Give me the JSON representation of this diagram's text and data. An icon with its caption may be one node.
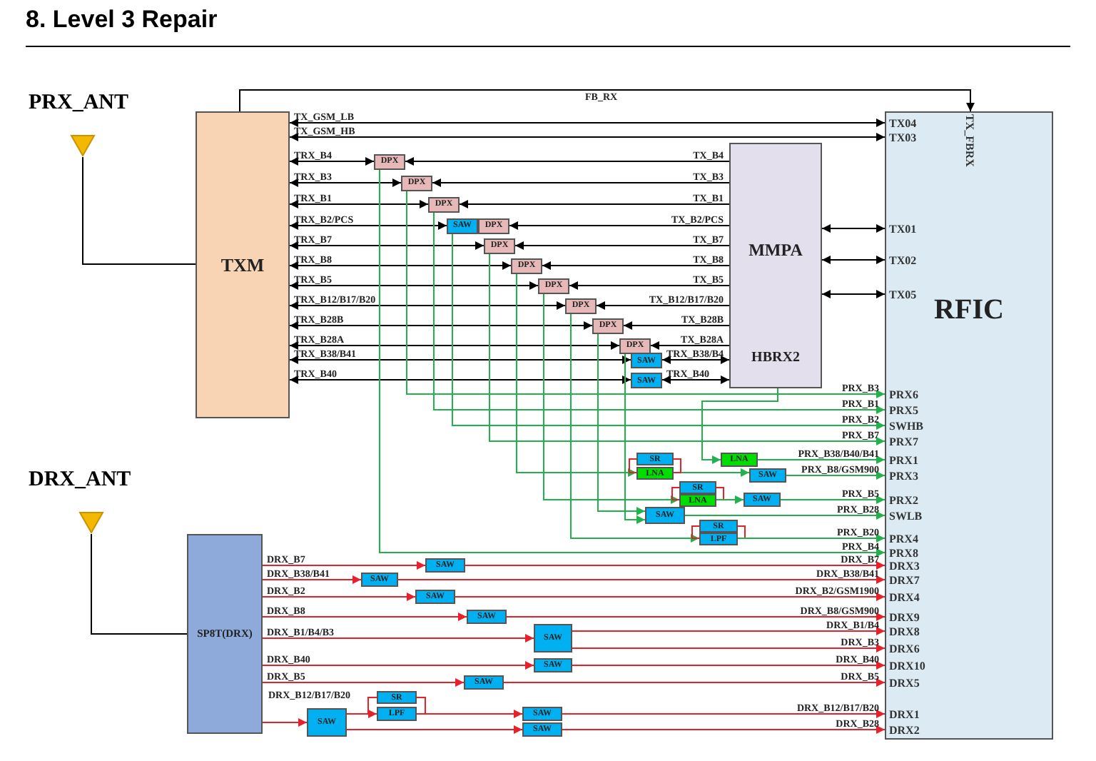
{
  "diagram": {
    "title": "8. Level 3 Repair",
    "nodes": [
      {
        "text": [
          "PRX_ANT"
        ]
      },
      {
        "text": [
          "TXM"
        ]
      },
      {
        "text": [
          "MMPA",
          "HBRX2"
        ]
      },
      {
        "text": [
          "RFIC"
        ]
      },
      {
        "text": [
          "DPX"
        ]
      },
      {
        "text": [
          "DPX"
        ]
      },
      {
        "text": [
          "DPX"
        ]
      },
      {
        "text": [
          "DPX"
        ]
      },
      {
        "text": [
          "DPX"
        ]
      },
      {
        "text": [
          "DPX"
        ]
      },
      {
        "text": [
          "DPX"
        ]
      },
      {
        "text": [
          "DPX"
        ]
      },
      {
        "text": [
          "DPX"
        ]
      },
      {
        "text": [
          "DPX"
        ]
      },
      {
        "text": [
          "SAW"
        ]
      },
      {
        "text": [
          "SAW"
        ]
      },
      {
        "text": [
          "SAW"
        ]
      },
      {
        "text": [
          "SR"
        ]
      },
      {
        "text": [
          "LNA"
        ]
      },
      {
        "text": [
          "LNA"
        ]
      },
      {
        "text": [
          "SAW"
        ]
      },
      {
        "text": [
          "SR"
        ]
      },
      {
        "text": [
          "LNA"
        ]
      },
      {
        "text": [
          "SAW"
        ]
      },
      {
        "text": [
          "SAW"
        ]
      },
      {
        "text": [
          "SR"
        ]
      },
      {
        "text": [
          "LPF"
        ]
      },
      {
        "text": [
          "DRX_ANT"
        ]
      },
      {
        "text": [
          "SP8T(DRX)"
        ]
      },
      {
        "text": [
          "SAW"
        ]
      },
      {
        "text": [
          "SAW"
        ]
      },
      {
        "text": [
          "SAW"
        ]
      },
      {
        "text": [
          "SAW"
        ]
      },
      {
        "text": [
          "SAW"
        ]
      },
      {
        "text": [
          "SAW"
        ]
      },
      {
        "text": [
          "SAW"
        ]
      },
      {
        "text": [
          "SR"
        ]
      },
      {
        "text": [
          "LPF"
        ]
      },
      {
        "text": [
          "SAW"
        ]
      },
      {
        "text": [
          "SAW"
        ]
      },
      {
        "text": [
          "SAW"
        ]
      }
    ],
    "edges": [
      {
        "from": 3,
        "to": 1,
        "label": "TX_GSM_LB",
        "arrow": "both"
      },
      {
        "from": 3,
        "to": 1,
        "label": "TX_GSM_HB",
        "arrow": "both"
      },
      {
        "from": 1,
        "to": 3,
        "label": "FB_RX",
        "arrow": "to"
      },
      {
        "from": 1,
        "to": 4,
        "label": "TRX_B4",
        "arrow": "both"
      },
      {
        "from": 2,
        "to": 4,
        "label": "TX_B4",
        "arrow": "to"
      },
      {
        "from": 1,
        "to": 5,
        "label": "TRX_B3",
        "arrow": "both"
      },
      {
        "from": 2,
        "to": 5,
        "label": "TX_B3",
        "arrow": "to"
      },
      {
        "from": 1,
        "to": 6,
        "label": "TRX_B1",
        "arrow": "both"
      },
      {
        "from": 2,
        "to": 6,
        "label": "TX_B1",
        "arrow": "to"
      },
      {
        "from": 1,
        "to": 14,
        "label": "TRX_B2/PCS",
        "arrow": "both"
      },
      {
        "from": 2,
        "to": 7,
        "label": "TX_B2/PCS",
        "arrow": "to"
      },
      {
        "from": 1,
        "to": 8,
        "label": "TRX_B7",
        "arrow": "both"
      },
      {
        "from": 2,
        "to": 8,
        "label": "TX_B7",
        "arrow": "to"
      },
      {
        "from": 1,
        "to": 9,
        "label": "TRX_B8",
        "arrow": "both"
      },
      {
        "from": 2,
        "to": 9,
        "label": "TX_B8",
        "arrow": "to"
      },
      {
        "from": 1,
        "to": 10,
        "label": "TRX_B5",
        "arrow": "both"
      },
      {
        "from": 2,
        "to": 10,
        "label": "TX_B5",
        "arrow": "to"
      },
      {
        "from": 1,
        "to": 11,
        "label": "TRX_B12/B17/B20",
        "arrow": "both"
      },
      {
        "from": 2,
        "to": 11,
        "label": "TX_B12/B17/B20",
        "arrow": "to"
      },
      {
        "from": 1,
        "to": 12,
        "label": "TRX_B28B",
        "arrow": "both"
      },
      {
        "from": 2,
        "to": 12,
        "label": "TX_B28B",
        "arrow": "to"
      },
      {
        "from": 1,
        "to": 13,
        "label": "TRX_B28A",
        "arrow": "both"
      },
      {
        "from": 2,
        "to": 13,
        "label": "TX_B28A",
        "arrow": "to"
      },
      {
        "from": 1,
        "to": 15,
        "label": "TRX_B38/B41",
        "arrow": "both"
      },
      {
        "from": 2,
        "to": 15,
        "label": "TRX_B38/B4",
        "arrow": "both"
      },
      {
        "from": 1,
        "to": 16,
        "label": "TRX_B40",
        "arrow": "both"
      },
      {
        "from": 2,
        "to": 16,
        "label": "TRX_B40",
        "arrow": "both"
      },
      {
        "from": 2,
        "to": 3,
        "arrow": "both"
      },
      {
        "from": 2,
        "to": 3,
        "arrow": "both"
      },
      {
        "from": 2,
        "to": 3,
        "arrow": "both"
      },
      {
        "from": 5,
        "to": 3,
        "label": "PRX_B3",
        "arrow": "to",
        "color": "#22b14c"
      },
      {
        "from": 6,
        "to": 3,
        "label": "PRX_B1",
        "arrow": "to",
        "color": "#22b14c"
      },
      {
        "from": 14,
        "to": 3,
        "label": "PRX_B2",
        "arrow": "to",
        "color": "#22b14c"
      },
      {
        "from": 8,
        "to": 3,
        "label": "PRX_B7",
        "arrow": "to",
        "color": "#22b14c"
      },
      {
        "from": 2,
        "to": 19,
        "arrow": "to",
        "color": "#22b14c"
      },
      {
        "from": 19,
        "to": 3,
        "label": "PRX_B38/B40/B41",
        "arrow": "to",
        "color": "#22b14c"
      },
      {
        "from": 9,
        "to": 18,
        "arrow": "to",
        "color": "#22b14c"
      },
      {
        "from": 18,
        "to": 20,
        "arrow": "to",
        "color": "#22b14c"
      },
      {
        "from": 20,
        "to": 3,
        "label": "PRX_B8/GSM900",
        "arrow": "to",
        "color": "#22b14c"
      },
      {
        "from": 17,
        "to": 18,
        "arrow": "none",
        "color": "#e8202a"
      },
      {
        "from": 17,
        "to": 18,
        "arrow": "none",
        "color": "#e8202a"
      },
      {
        "from": 10,
        "to": 22,
        "arrow": "to",
        "color": "#22b14c"
      },
      {
        "from": 21,
        "to": 22,
        "arrow": "none",
        "color": "#e8202a"
      },
      {
        "from": 21,
        "to": 22,
        "arrow": "none",
        "color": "#e8202a"
      },
      {
        "from": 22,
        "to": 23,
        "arrow": "to",
        "color": "#22b14c"
      },
      {
        "from": 23,
        "to": 3,
        "label": "PRX_B5",
        "arrow": "to",
        "color": "#22b14c"
      },
      {
        "from": 12,
        "to": 24,
        "arrow": "to",
        "color": "#22b14c"
      },
      {
        "from": 13,
        "to": 24,
        "arrow": "to",
        "color": "#22b14c"
      },
      {
        "from": 24,
        "to": 3,
        "label": "PRX_B28",
        "arrow": "to",
        "color": "#22b14c"
      },
      {
        "from": 11,
        "to": 26,
        "arrow": "to",
        "color": "#22b14c"
      },
      {
        "from": 25,
        "to": 26,
        "arrow": "none",
        "color": "#e8202a"
      },
      {
        "from": 25,
        "to": 26,
        "arrow": "none",
        "color": "#e8202a"
      },
      {
        "from": 26,
        "to": 3,
        "label": "PRX_B20",
        "arrow": "to",
        "color": "#22b14c"
      },
      {
        "from": 4,
        "to": 3,
        "label": "PRX_B4",
        "arrow": "to",
        "color": "#22b14c"
      },
      {
        "from": 27,
        "to": 28,
        "arrow": "none"
      },
      {
        "from": 28,
        "to": 29,
        "label": "DRX_B7",
        "arrow": "to",
        "color": "#e8202a"
      },
      {
        "from": 29,
        "to": 3,
        "label": "DRX_B7",
        "arrow": "to",
        "color": "#e8202a"
      },
      {
        "from": 28,
        "to": 30,
        "label": "DRX_B38/B41",
        "arrow": "to",
        "color": "#e8202a"
      },
      {
        "from": 30,
        "to": 3,
        "label": "DRX_B38/B41",
        "arrow": "to",
        "color": "#e8202a"
      },
      {
        "from": 28,
        "to": 31,
        "label": "DRX_B2",
        "arrow": "to",
        "color": "#e8202a"
      },
      {
        "from": 31,
        "to": 3,
        "label": "DRX_B2/GSM1900",
        "arrow": "to",
        "color": "#e8202a"
      },
      {
        "from": 28,
        "to": 32,
        "label": "DRX_B8",
        "arrow": "to",
        "color": "#e8202a"
      },
      {
        "from": 32,
        "to": 3,
        "label": "DRX_B8/GSM900",
        "arrow": "to",
        "color": "#e8202a"
      },
      {
        "from": 28,
        "to": 33,
        "label": "DRX_B1/B4/B3",
        "arrow": "to",
        "color": "#e8202a"
      },
      {
        "from": 33,
        "to": 3,
        "label": "DRX_B1/B4",
        "arrow": "to",
        "color": "#e8202a"
      },
      {
        "from": 33,
        "to": 3,
        "label": "DRX_B3",
        "arrow": "to",
        "color": "#e8202a"
      },
      {
        "from": 28,
        "to": 34,
        "label": "DRX_B40",
        "arrow": "to",
        "color": "#e8202a"
      },
      {
        "from": 34,
        "to": 3,
        "label": "DRX_B40",
        "arrow": "to",
        "color": "#e8202a"
      },
      {
        "from": 28,
        "to": 35,
        "label": "DRX_B5",
        "arrow": "to",
        "color": "#e8202a"
      },
      {
        "from": 35,
        "to": 3,
        "label": "DRX_B5",
        "arrow": "to",
        "color": "#e8202a"
      },
      {
        "from": 28,
        "to": 38,
        "label": "DRX_B12/B17/B20",
        "arrow": "to",
        "color": "#e8202a"
      },
      {
        "from": 38,
        "to": 37,
        "arrow": "to",
        "color": "#e8202a"
      },
      {
        "from": 37,
        "to": 39,
        "arrow": "to",
        "color": "#e8202a"
      },
      {
        "from": 36,
        "to": 37,
        "arrow": "none",
        "color": "#e8202a"
      },
      {
        "from": 36,
        "to": 37,
        "arrow": "none",
        "color": "#e8202a"
      },
      {
        "from": 39,
        "to": 3,
        "label": "DRX_B12/B17/B20",
        "arrow": "to",
        "color": "#e8202a"
      },
      {
        "from": 38,
        "to": 40,
        "arrow": "to",
        "color": "#e8202a"
      },
      {
        "from": 40,
        "to": 3,
        "label": "DRX_B28",
        "arrow": "to",
        "color": "#e8202a"
      },
      {
        "from": 0,
        "to": 1,
        "arrow": "none"
      }
    ],
    "labels": [
      "TX_FBRX",
      "TX04",
      "TX03",
      "TX01",
      "TX02",
      "TX05",
      "PRX6",
      "PRX5",
      "SWHB",
      "PRX7",
      "PRX1",
      "PRX3",
      "PRX2",
      "SWLB",
      "PRX4",
      "PRX8",
      "DRX3",
      "DRX7",
      "DRX4",
      "DRX9",
      "DRX8",
      "DRX6",
      "DRX10",
      "DRX5",
      "DRX1",
      "DRX2"
    ]
  }
}
